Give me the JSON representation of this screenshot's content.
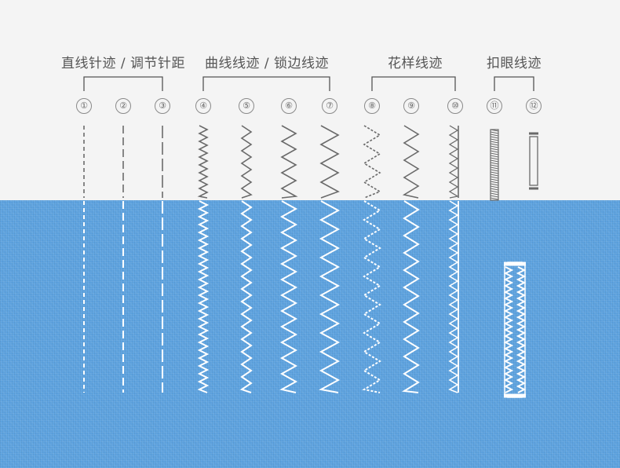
{
  "categories": [
    {
      "label": "直线针迹 / 调节针距"
    },
    {
      "label": "曲线线迹 / 锁边线迹"
    },
    {
      "label": "花样线迹"
    },
    {
      "label": "扣眼线迹"
    }
  ],
  "stitches": [
    {
      "num": "①",
      "type": "straight-dash"
    },
    {
      "num": "②",
      "type": "straight-dash-long"
    },
    {
      "num": "③",
      "type": "straight-dash-longer"
    },
    {
      "num": "④",
      "type": "zigzag-fine"
    },
    {
      "num": "⑤",
      "type": "zigzag-medium"
    },
    {
      "num": "⑥",
      "type": "zigzag-wide"
    },
    {
      "num": "⑦",
      "type": "zigzag-widest"
    },
    {
      "num": "⑧",
      "type": "dotted-zigzag"
    },
    {
      "num": "⑨",
      "type": "zigzag-straight-edge"
    },
    {
      "num": "⑩",
      "type": "overlock"
    },
    {
      "num": "⑪",
      "type": "satin-bar"
    },
    {
      "num": "⑫",
      "type": "buttonhole"
    }
  ],
  "colors": {
    "background": "#f4f4f4",
    "fabric": "#5da2df",
    "thread_preview": "#6a6a6a",
    "thread_fabric": "#ffffff",
    "bracket": "#555555"
  }
}
